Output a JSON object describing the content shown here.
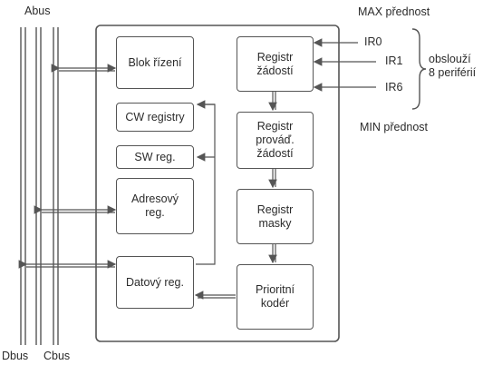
{
  "labels": {
    "abus": "Abus",
    "dbus": "Dbus",
    "cbus": "Cbus",
    "max_priority": "MAX přednost",
    "min_priority": "MIN přednost",
    "ir0": "IR0",
    "ir1": "IR1",
    "ir6": "IR6",
    "serves": "obslouží\n8 periférií"
  },
  "blocks": {
    "control": "Blok řízení",
    "cw": "CW registry",
    "sw": "SW reg.",
    "address": "Adresový\nreg.",
    "data": "Datový reg.",
    "request": "Registr\nžádostí",
    "in_service": "Registr\nprováď.\nžádostí",
    "mask": "Registr\nmasky",
    "priority": "Prioritní\nkodér"
  }
}
